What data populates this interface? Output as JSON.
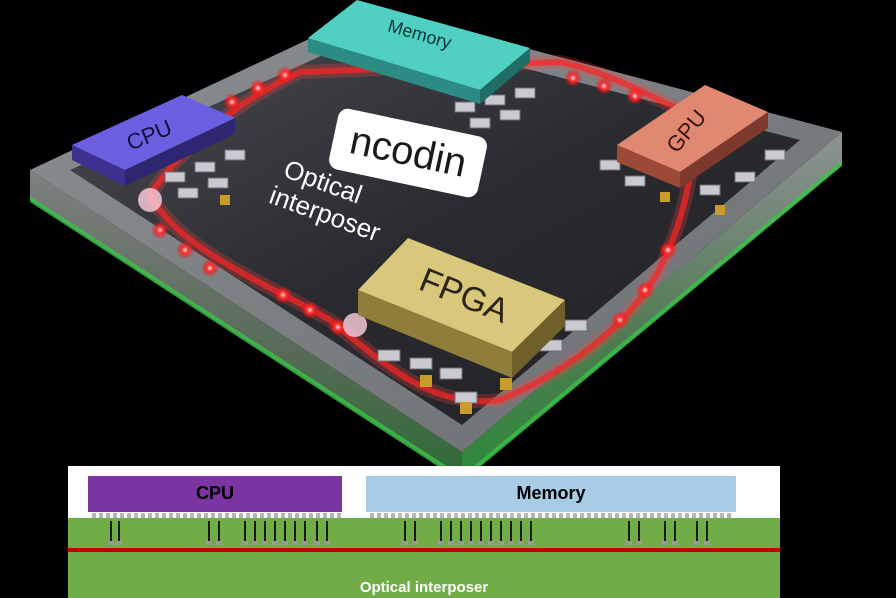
{
  "render_3d": {
    "logo_text": "ncodin",
    "caption_line1": "Optical",
    "caption_line2": "interposer",
    "chips": {
      "memory": "Memory",
      "cpu": "CPU",
      "gpu": "GPU",
      "fpga": "FPGA"
    }
  },
  "cross_section": {
    "cpu_label": "CPU",
    "memory_label": "Memory",
    "interposer_label": "Optical interposer"
  },
  "colors": {
    "memory_chip": "#3fb6aa",
    "cpu_chip": "#5347b8",
    "gpu_chip": "#cf6f58",
    "fpga_chip": "#c9b66a",
    "board": "#2e2f33",
    "waveguide": "#ff1a1a",
    "xs_cpu": "#7a35a3",
    "xs_memory": "#a8cbe6",
    "xs_interposer": "#70ad47",
    "xs_waveguide": "#c00000"
  }
}
